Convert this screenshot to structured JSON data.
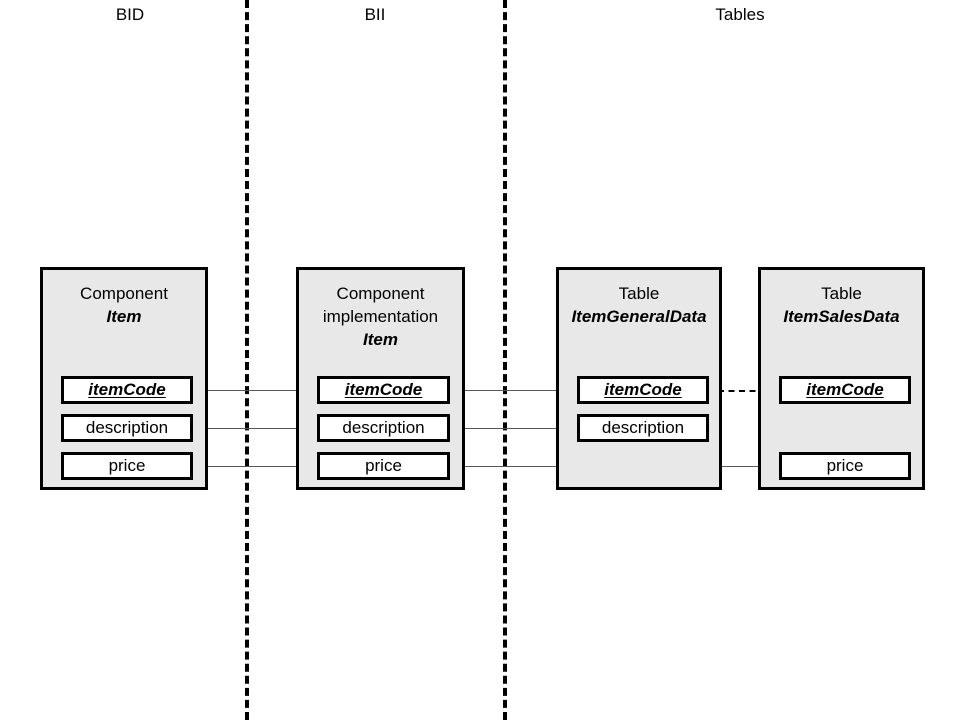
{
  "columns": [
    {
      "label": "BID"
    },
    {
      "label": "BII"
    },
    {
      "label": "Tables"
    }
  ],
  "entities": [
    {
      "kind": "Component",
      "kind2": "",
      "name": "Item",
      "fields": [
        {
          "label": "itemCode",
          "key": true
        },
        {
          "label": "description",
          "key": false
        },
        {
          "label": "price",
          "key": false
        }
      ]
    },
    {
      "kind": "Component",
      "kind2": "implementation",
      "name": "Item",
      "fields": [
        {
          "label": "itemCode",
          "key": true
        },
        {
          "label": "description",
          "key": false
        },
        {
          "label": "price",
          "key": false
        }
      ]
    },
    {
      "kind": "Table",
      "kind2": "",
      "name": "ItemGeneralData",
      "fields": [
        {
          "label": "itemCode",
          "key": true
        },
        {
          "label": "description",
          "key": false
        }
      ]
    },
    {
      "kind": "Table",
      "kind2": "",
      "name": "ItemSalesData",
      "fields": [
        {
          "label": "itemCode",
          "key": true
        },
        {
          "label": "price",
          "key": false
        }
      ]
    }
  ],
  "colors": {
    "entity_fill": "#e8e8e8",
    "field_fill": "#ffffff",
    "stroke": "#000000",
    "connector": "#58585a",
    "background": "#ffffff"
  }
}
